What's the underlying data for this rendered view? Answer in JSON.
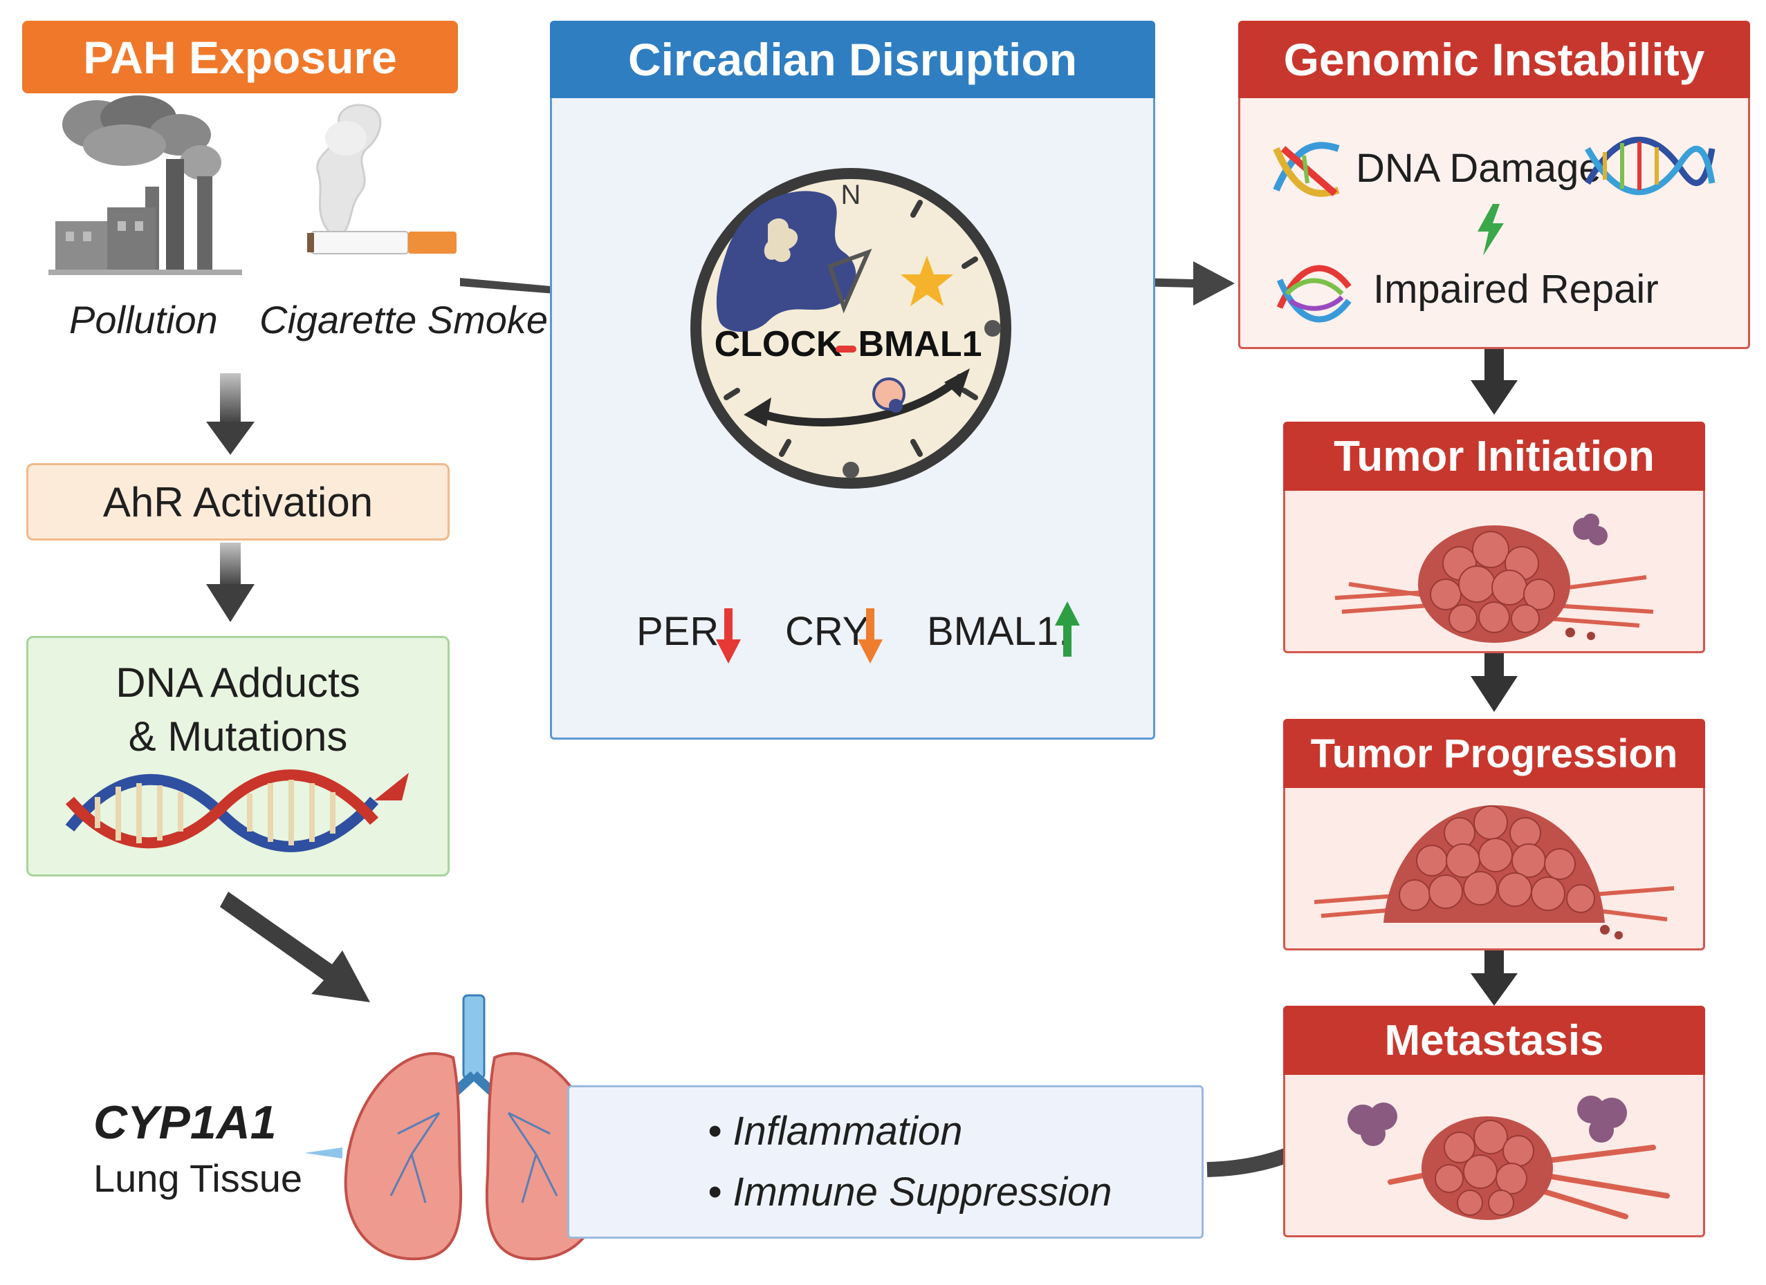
{
  "pah": {
    "title": "PAH Exposure",
    "pollution_label": "Pollution",
    "smoke_label": "Cigarette Smoke",
    "ahr_label": "AhR Activation",
    "dna_adducts_line1": "DNA Adducts",
    "dna_adducts_line2": "& Mutations"
  },
  "circadian": {
    "title": "Circadian Disruption",
    "clock_text": "CLOCK",
    "bmal_text": "BMAL1",
    "clock_mark_top": "N",
    "genes": [
      {
        "name": "PER",
        "direction": "down",
        "color": "#e53935"
      },
      {
        "name": "CRY",
        "direction": "down",
        "color": "#ef7d2e"
      },
      {
        "name": "BMAL1.",
        "direction": "up",
        "color": "#2e9e44"
      }
    ]
  },
  "genomic": {
    "title": "Genomic Instability",
    "dna_damage": "DNA Damage",
    "impaired_repair": "Impaired Repair"
  },
  "tumor": {
    "initiation": "Tumor Initiation",
    "progression": "Tumor Progression",
    "metastasis": "Metastasis"
  },
  "lung": {
    "gene": "CYP1A1",
    "tissue": "Lung Tissue",
    "effects": [
      "Inflammation",
      "Immune Suppression"
    ]
  },
  "colors": {
    "orange": "#f0782a",
    "blue": "#2f7ec1",
    "red": "#c8372d",
    "arrow": "#454545"
  }
}
